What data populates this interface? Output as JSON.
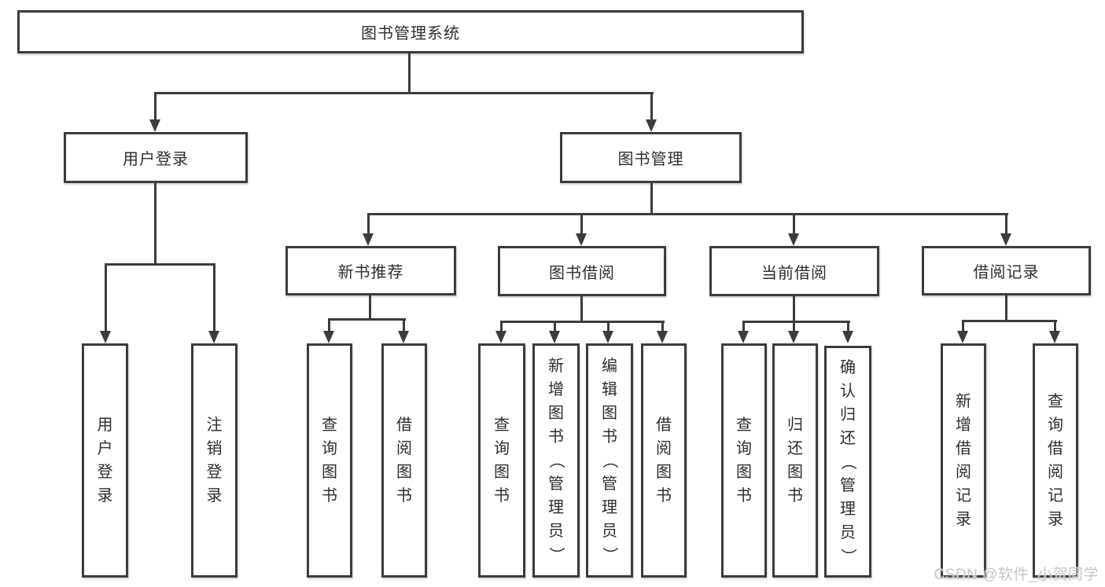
{
  "diagram_title": "图书管理系统",
  "nodes": {
    "root": "图书管理系统",
    "user_login": "用户登录",
    "book_mgmt": "图书管理",
    "new_books": "新书推荐",
    "borrowing": "图书借阅",
    "current_borrow": "当前借阅",
    "borrow_records": "借阅记录"
  },
  "leaves": {
    "user_login": [
      "用户登录",
      "注销登录"
    ],
    "new_books": [
      "查询图书",
      "借阅图书"
    ],
    "borrowing": [
      "查询图书",
      "新增图书（管理员）",
      "编辑图书（管理员）",
      "借阅图书"
    ],
    "current_borrow": [
      "查询图书",
      "归还图书",
      "确认归还（管理员）"
    ],
    "borrow_records": [
      "新增借阅记录",
      "查询借阅记录"
    ]
  },
  "watermark": "CSDN @软件_小贺同学",
  "colors": {
    "line": "#3c3c3c",
    "text": "#2e2e2e",
    "background": "#ffffff",
    "watermark": "#c6c6c6"
  }
}
